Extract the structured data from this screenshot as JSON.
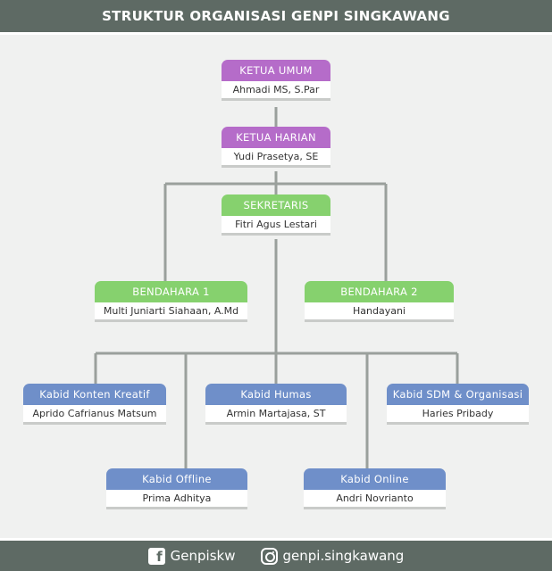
{
  "header": {
    "title": "STRUKTUR ORGANISASI GENPI SINGKAWANG"
  },
  "footer": {
    "facebook": "Genpiskw",
    "instagram": "genpi.singkawang"
  },
  "colors": {
    "header_bg": "#5e6a64",
    "purple": "#b56cc9",
    "green": "#86d16e",
    "blue": "#6f8fc9",
    "connector": "#9aa09c"
  },
  "nodes": {
    "ketua_umum": {
      "title": "KETUA UMUM",
      "name": "Ahmadi MS, S.Par"
    },
    "ketua_harian": {
      "title": "KETUA HARIAN",
      "name": "Yudi Prasetya, SE"
    },
    "sekretaris": {
      "title": "SEKRETARIS",
      "name": "Fitri Agus Lestari"
    },
    "bendahara_1": {
      "title": "BENDAHARA 1",
      "name": "Multi Juniarti Siahaan, A.Md"
    },
    "bendahara_2": {
      "title": "BENDAHARA 2",
      "name": "Handayani"
    },
    "kabid_konten": {
      "title": "Kabid Konten Kreatif",
      "name": "Aprido Cafrianus Matsum"
    },
    "kabid_humas": {
      "title": "Kabid Humas",
      "name": "Armin Martajasa, ST"
    },
    "kabid_sdm": {
      "title": "Kabid SDM & Organisasi",
      "name": "Haries Pribady"
    },
    "kabid_offline": {
      "title": "Kabid Offline",
      "name": "Prima Adhitya"
    },
    "kabid_online": {
      "title": "Kabid Online",
      "name": "Andri Novrianto"
    }
  }
}
